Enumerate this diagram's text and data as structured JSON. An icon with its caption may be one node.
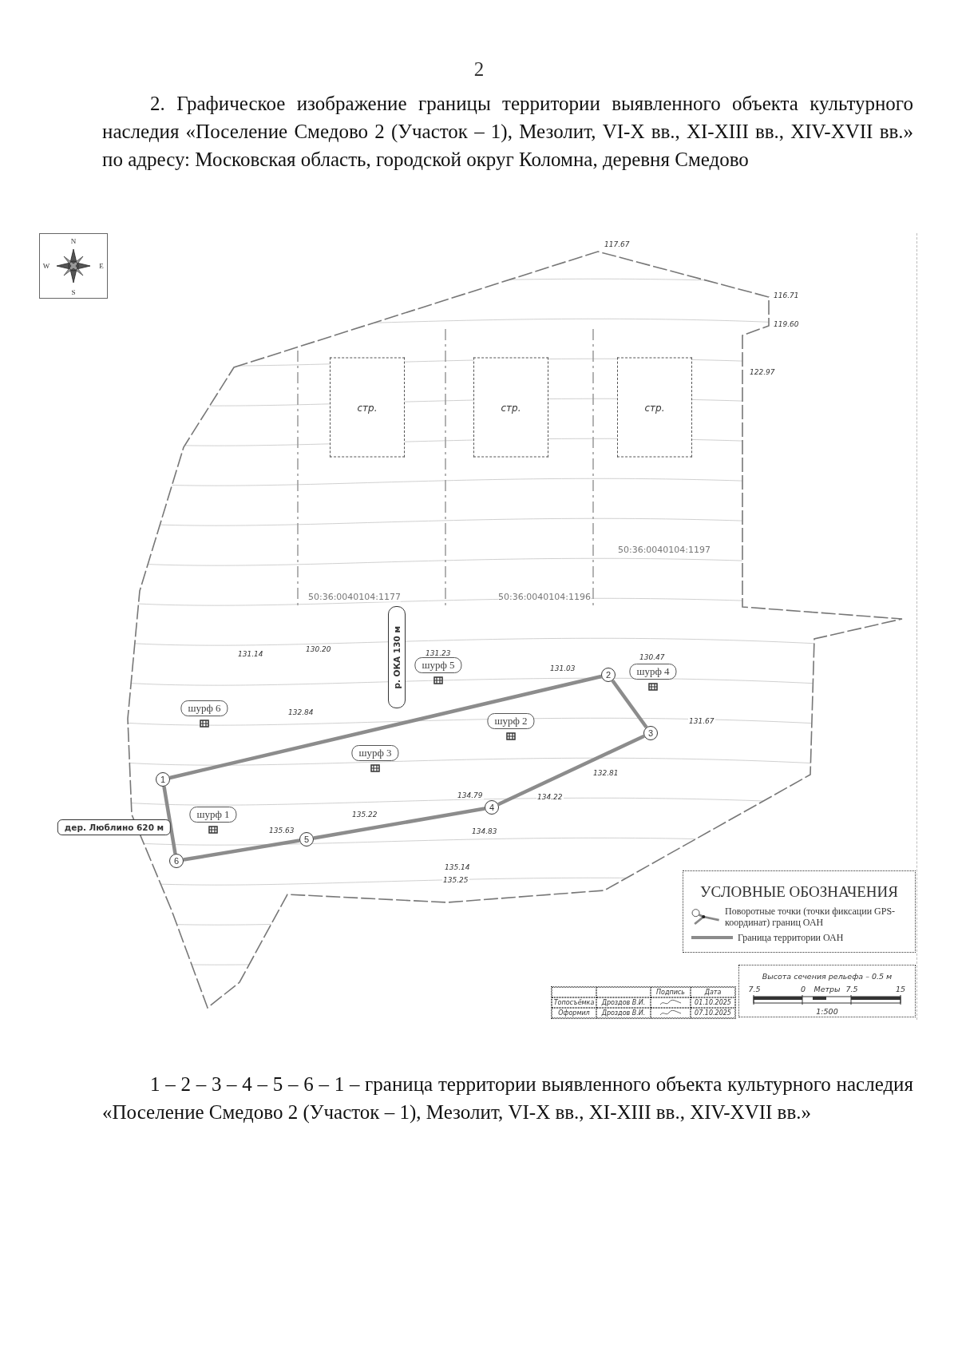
{
  "diagram": {
    "title": "2. Графическое изображение границы территории выявленного объекта культурного наследия «Поселение Смедово 2 (Участок – 1), Мезолит, VI-X вв., XI-XIII вв., XIV-XVII вв.» по адресу: Московская область, городской округ Коломна, деревня Смедово",
    "caption": "1 – 2 – 3 – 4 – 5 – 6 – 1 – граница территории выявленного объекта культурного наследия «Поселение Смедово 2 (Участок – 1), Мезолит, VI-X вв., XI-XIII вв., XIV-XVII вв.»",
    "nodes": [
      {
        "text": [
          "1"
        ]
      },
      {
        "text": [
          "2"
        ]
      },
      {
        "text": [
          "3"
        ]
      },
      {
        "text": [
          "4"
        ]
      },
      {
        "text": [
          "5"
        ]
      },
      {
        "text": [
          "6"
        ]
      },
      {
        "text": [
          "стр."
        ]
      },
      {
        "text": [
          "стр."
        ]
      },
      {
        "text": [
          "стр."
        ]
      },
      {
        "text": [
          "шурф 1"
        ]
      },
      {
        "text": [
          "шурф 2"
        ]
      },
      {
        "text": [
          "шурф 3"
        ]
      },
      {
        "text": [
          "шурф 4"
        ]
      },
      {
        "text": [
          "шурф 5"
        ]
      },
      {
        "text": [
          "шурф 6"
        ]
      },
      {
        "text": [
          "дер. Люблино 620 м"
        ]
      },
      {
        "text": [
          "р. ОКА 130 м"
        ]
      }
    ],
    "edges": [
      {
        "from": 0,
        "to": 1,
        "arrow": "none"
      },
      {
        "from": 1,
        "to": 2,
        "arrow": "none"
      },
      {
        "from": 2,
        "to": 3,
        "arrow": "none"
      },
      {
        "from": 3,
        "to": 4,
        "arrow": "none"
      },
      {
        "from": 4,
        "to": 5,
        "arrow": "none"
      },
      {
        "from": 5,
        "to": 0,
        "arrow": "none"
      }
    ],
    "labels": [
      "2",
      "N",
      "W",
      "E",
      "S",
      "50:36:0040104:1197",
      "50:36:0040104:1177",
      "50:36:0040104:1196",
      "117.67",
      "116.71",
      "119.60",
      "122.97",
      "131.14",
      "130.20",
      "131.23",
      "131.03",
      "130.47",
      "132.84",
      "134.79",
      "134.22",
      "132.81",
      "131.67",
      "135.22",
      "135.63",
      "134.83",
      "135.14",
      "135.25",
      "УСЛОВНЫЕ ОБОЗНАЧЕНИЯ",
      "Высота сечения рельефа – 0.5 м",
      "7.5",
      "0",
      "Метры",
      "7.5",
      "15",
      "1:500",
      "Подпись",
      "Дата",
      "Топосъёмка",
      "Дроздов В.И.",
      "01.10.2025",
      "Оформил",
      "Дроздов В.И.",
      "07.10.2025"
    ],
    "legend": [
      {
        "text": "Поворотные точки (точки фиксации GPS-координат) границ ОАН"
      },
      {
        "text": "Граница территории ОАН"
      }
    ]
  }
}
